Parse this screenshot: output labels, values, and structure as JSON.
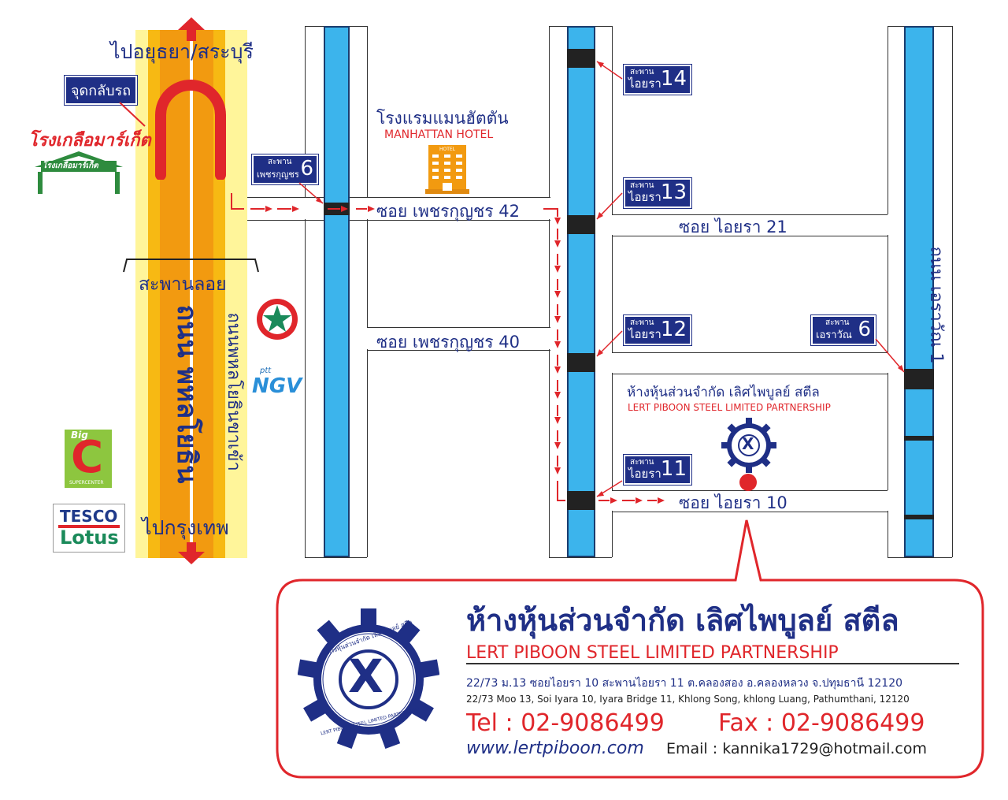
{
  "highway": {
    "north_label": "ไปอยุธยา/สระบุรี",
    "south_label": "ไปกรุงเทพ",
    "uturn_label": "จุดกลับรถ",
    "floating_bridge_label": "สะพานลอย",
    "road_name": "ถนน พหลโยธิน",
    "frontage_road_name": "ถนนพหลโยธินขาเข้า"
  },
  "landmarks": {
    "market_name": "โรงเกลือมาร์เก็ต",
    "market_sign": "โรงเกลือมาร์เก็ต",
    "hotel_name_th": "โรงแรมแมนฮัตตัน",
    "hotel_name_en": "MANHATTAN HOTEL",
    "hotel_icon_text": "HOTEL",
    "bigc_top": "Big",
    "bigc_letter": "C",
    "bigc_sub": "SUPERCENTER",
    "tesco_top": "TESCO",
    "tesco_bottom": "Lotus",
    "ptt_small": "ptt",
    "ptt_ngv": "NGV"
  },
  "bridges": [
    {
      "line1": "สะพาน",
      "line2": "เพชรกุญชร",
      "num": "6"
    },
    {
      "line1": "สะพาน",
      "line2": "ไอยรา",
      "num": "14"
    },
    {
      "line1": "สะพาน",
      "line2": "ไอยรา",
      "num": "13"
    },
    {
      "line1": "สะพาน",
      "line2": "ไอยรา",
      "num": "12"
    },
    {
      "line1": "สะพาน",
      "line2": "ไอยรา",
      "num": "11"
    },
    {
      "line1": "สะพาน",
      "line2": "เอราวัณ",
      "num": "6"
    }
  ],
  "streets": {
    "soi_42": "ซอย เพชรกุญชร 42",
    "soi_40": "ซอย เพชรกุญชร 40",
    "soi_21": "ซอย ไอยรา 21",
    "soi_10": "ซอย ไอยรา 10",
    "erawan_road": "ถนน เอราวัณ 1"
  },
  "destination": {
    "name_th": "ห้างหุ้นส่วนจำกัด เลิศไพบูลย์ สตีล",
    "name_en": "LERT PIBOON STEEL LIMITED PARTNERSHIP",
    "logo_letter": "X"
  },
  "info_box": {
    "name_th": "ห้างหุ้นส่วนจำกัด เลิศไพบูลย์ สตีล",
    "name_en": "LERT PIBOON STEEL LIMITED PARTNERSHIP",
    "address_th": "22/73 ม.13 ซอยไอยรา 10 สะพานไอยรา 11 ต.คลองสอง อ.คลองหลวง จ.ปทุมธานี 12120",
    "address_en": "22/73 Moo 13, Soi Iyara 10, Iyara Bridge 11, Khlong Song, khlong Luang, Pathumthani, 12120",
    "tel": "Tel : 02-9086499",
    "fax": "Fax : 02-9086499",
    "website": "www.lertpiboon.com",
    "email": "Email : kannika1729@hotmail.com",
    "logo_letter": "X",
    "logo_ring_text_top": "ห้างหุ้นส่วนจำกัด เลิศไพบูลย์ สตีล",
    "logo_ring_text_bottom": "LERT PIBOON STEEL LIMITED PARTNERSHIP"
  },
  "colors": {
    "navy": "#1f2f86",
    "red": "#e0262b",
    "canal": "#3cb4ec",
    "highway_outer": "#fff59a",
    "highway_mid": "#f7b913",
    "highway_inner": "#f29a10"
  }
}
